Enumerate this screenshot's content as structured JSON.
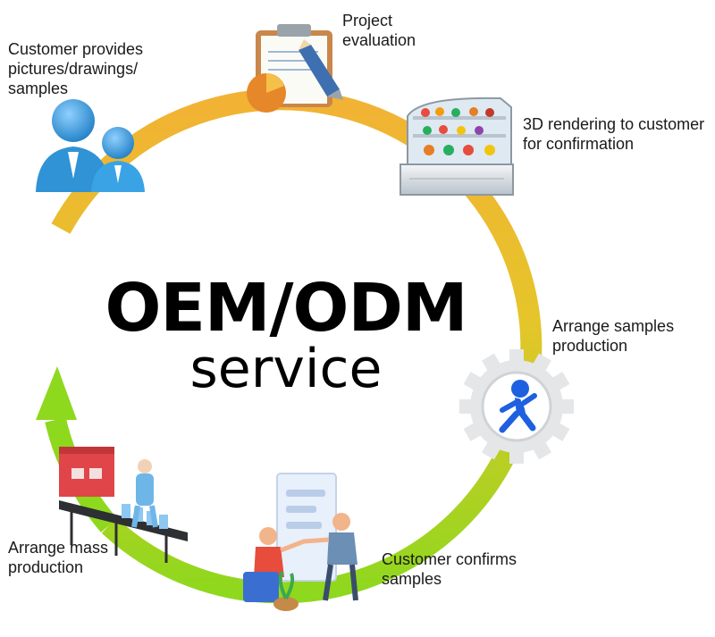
{
  "title": {
    "line1": "OEM/ODM",
    "line2": "service"
  },
  "steps": [
    {
      "lines": [
        "Customer provides",
        "pictures/drawings/",
        "samples"
      ],
      "icon": "customer-people-icon"
    },
    {
      "lines": [
        "Project",
        "evaluation"
      ],
      "icon": "clipboard-chart-pencil-icon"
    },
    {
      "lines": [
        "3D rendering to customer",
        "for confirmation"
      ],
      "icon": "display-cabinet-icon"
    },
    {
      "lines": [
        "Arrange samples",
        "production"
      ],
      "icon": "gear-runner-icon"
    },
    {
      "lines": [
        "Customer confirms",
        "samples"
      ],
      "icon": "handshake-meeting-icon"
    },
    {
      "lines": [
        "Arrange mass",
        "production"
      ],
      "icon": "production-line-icon"
    }
  ],
  "colors": {
    "ring_start": "#f2b234",
    "ring_end": "#8ed81e",
    "person_blue": "#2f93d6"
  }
}
